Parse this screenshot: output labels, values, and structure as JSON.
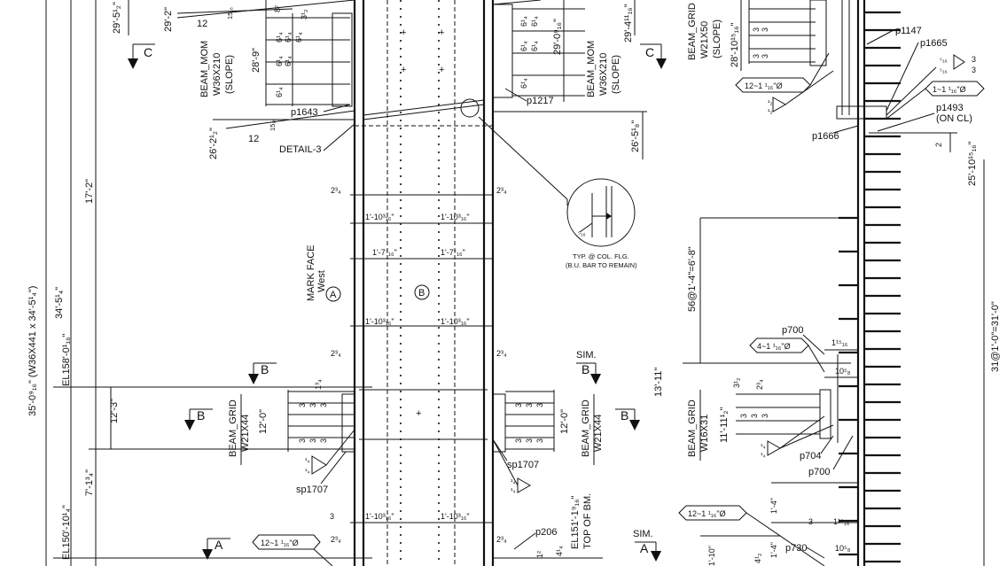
{
  "overall": {
    "left_vertical_dim": "35'-0⁹₁₆\" (W36X441 x 34'-5¹₄\")",
    "left_dim_2": "34'-5¹₄\"",
    "el_158": "EL158'-0¹₁₆\"",
    "el_150": "EL150'-10¹₄\"",
    "dim_17_2": "17'-2\"",
    "dim_12_3": "12'-3\"",
    "dim_7_1": "7'-1³₄\"",
    "right_overall": "31@1'-0\"=31'-0\"",
    "right_spacing": "56@1'-4\"=6'-8\""
  },
  "top_left": {
    "dim_29_5": "29'-5¹₂\"",
    "dim_29_2": "29'-2\"",
    "slope_12": "12",
    "slope_frac": "15₁₆",
    "dim_28_9": "28'-9\"",
    "dim_32": "3¹₂",
    "dim_8": "8⁷",
    "stack": [
      "6¹₄",
      "6¹₄",
      "6¹₄",
      "6¹₄",
      "6¹₄",
      "6¹₄"
    ],
    "beam_name": "BEAM_MOM",
    "beam_size": "W36X210",
    "beam_slope": "(SLOPE)",
    "part_p1643": "p1643",
    "dim_26_2": "26'-2¹₂\"",
    "slope_12b": "12",
    "slope_frac_b": "15₁₆",
    "detail": "DETAIL-3",
    "section_c": "C"
  },
  "top_center": {
    "beam_name": "BEAM_MOM",
    "beam_size": "W36X210",
    "beam_slope": "(SLOPE)",
    "dim_29_0": "29'-0⁹₁₆\"",
    "dim_29_4": "29'-4¹¹₁₆\"",
    "stack": [
      "6¹₄",
      "6¹₄",
      "6¹₄",
      "6¹₄",
      "6¹₄"
    ],
    "part_p1217": "p1217",
    "dim_26_5": "26'-5¹₈\"",
    "section_c": "C"
  },
  "detail_bubble": {
    "weld": "⁵₁₆",
    "note_1": "TYP. @ COL. FLG.",
    "note_2": "(B.U. BAR TO REMAIN)"
  },
  "column": {
    "mark_face": "MARK FACE",
    "mark_dir": "West",
    "grid_a": "A",
    "grid_b": "B",
    "dim_a": "2³₄",
    "dim_b": "1'-10³₁₆\"",
    "dim_c": "1'-7⁷₁₆\"",
    "dim_d": "1'-10³₁₆\""
  },
  "mid_left": {
    "section_b": "B",
    "beam_name": "BEAM_GRID",
    "beam_size": "W21X44",
    "dim_12_0": "12'-0\"",
    "stack": [
      "3",
      "3",
      "3",
      "3",
      "3",
      "3"
    ],
    "dim_13": "1³₄",
    "weld": "¹₄",
    "part": "sp1707"
  },
  "mid_center": {
    "sim": "SIM.",
    "section_b": "B",
    "beam_name": "BEAM_GRID",
    "beam_size": "W21X44",
    "dim_12_0": "12'-0\"",
    "stack": [
      "3",
      "3",
      "3",
      "3",
      "3",
      "3"
    ],
    "part": "sp1707",
    "weld": "¹₄"
  },
  "bottom": {
    "section_a": "A",
    "bolts": "12~1 ¹₁₆\"Ø",
    "dim_3": "3",
    "dim_23": "2³₄",
    "el_151": "EL151'-1⁹₁₆\"",
    "top_of_bm": "TOP OF BM.",
    "part_p206": "p206",
    "dim_12": "1²",
    "dim_41": "4¹₄",
    "sim": "SIM.",
    "section_a2": "A"
  },
  "right_top": {
    "beam_name": "BEAM_GRID",
    "beam_size": "W21X50",
    "beam_slope": "(SLOPE)",
    "dim_28_10": "28'-10¹⁵₁₆\"",
    "stack": [
      "3",
      "3",
      "3",
      "3"
    ],
    "bolts": "12~1 ¹₁₆\"Ø",
    "weld": "¹₂",
    "part_p1147": "p1147",
    "part_p1665": "p1665",
    "frac_5": "⁵₁₆",
    "frac_3": "3",
    "frac_3b": "3",
    "bolts_2": "1~1 ¹₁₆\"Ø",
    "part_p1493": "p1493",
    "on_cl": "(ON CL)",
    "part_p1666": "p1666",
    "dim_2": "2",
    "dim_25_10": "25'-10¹⁵₁₆\""
  },
  "right_mid": {
    "part_p700": "p700",
    "bolts": "4~1 ¹₁₆\"Ø",
    "dim_115": "1¹⁵₁₆",
    "dim_105": "10⁵₈",
    "dim_31": "3¹₂",
    "dim_23": "2³₄",
    "dim_13_11": "13'-11\"",
    "beam_name": "BEAM_GRID",
    "beam_size": "W16X31",
    "dim_11_11": "11'-11¹₂\"",
    "stack": [
      "3",
      "3",
      "3"
    ],
    "weld": "¹₄",
    "part_p704": "p704",
    "part_p700b": "p700"
  },
  "right_bottom": {
    "bolts": "12~1 ¹₁₆\"Ø",
    "dim_1_4": "1'-4\"",
    "dim_1_4b": "1'-4\"",
    "dim_3": "3",
    "dim_115": "1¹⁵₁₆",
    "part_p730": "p730",
    "dim_105": "10⁵₈",
    "dim_1_10": "1'-10\"",
    "dim_41": "4¹₂"
  }
}
